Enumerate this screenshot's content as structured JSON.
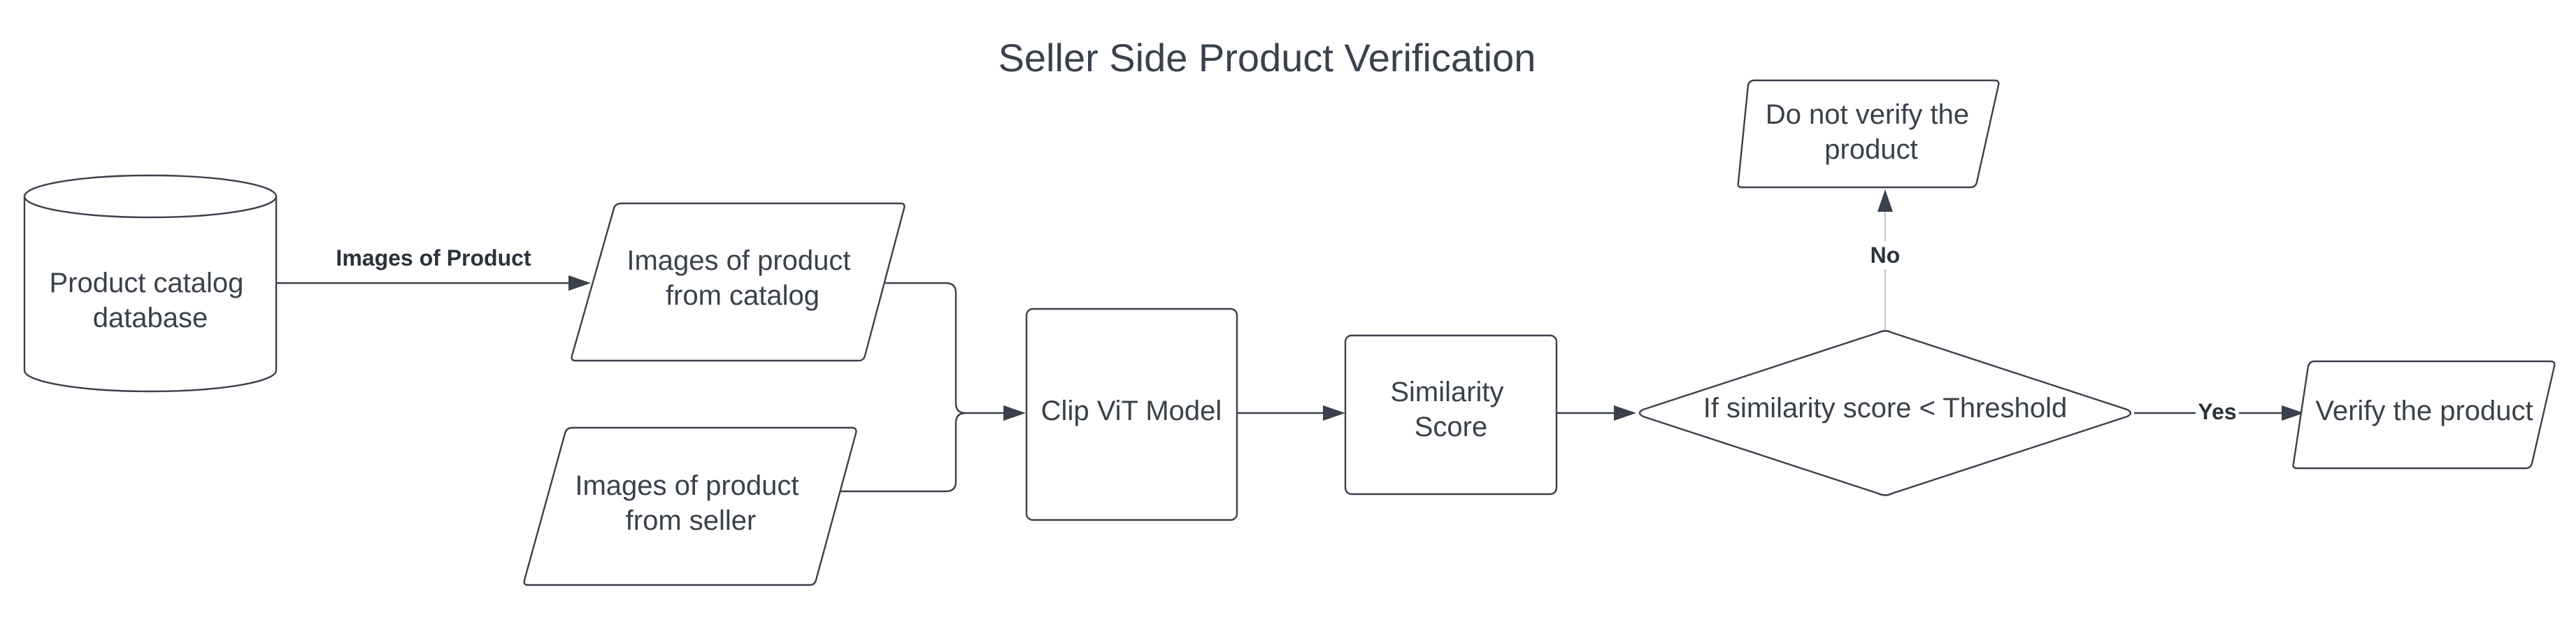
{
  "diagram": {
    "title": "Seller Side Product Verification",
    "nodes": {
      "catalog_db": {
        "lines": [
          "Product catalog",
          "database"
        ]
      },
      "catalog_images": {
        "lines": [
          "Images of product",
          "from catalog"
        ]
      },
      "seller_images": {
        "lines": [
          "Images of product",
          "from seller"
        ]
      },
      "clip_model": {
        "lines": [
          "Clip ViT Model"
        ]
      },
      "similarity": {
        "lines": [
          "Similarity",
          "Score"
        ]
      },
      "decision": {
        "lines": [
          "If similarity score < Threshold"
        ]
      },
      "do_not_verify": {
        "lines": [
          "Do not verify the",
          "product"
        ]
      },
      "verify": {
        "lines": [
          "Verify the product"
        ]
      }
    },
    "edges": {
      "db_to_images": {
        "label": "Images of Product"
      },
      "decision_no": {
        "label": "No"
      },
      "decision_yes": {
        "label": "Yes"
      }
    }
  }
}
